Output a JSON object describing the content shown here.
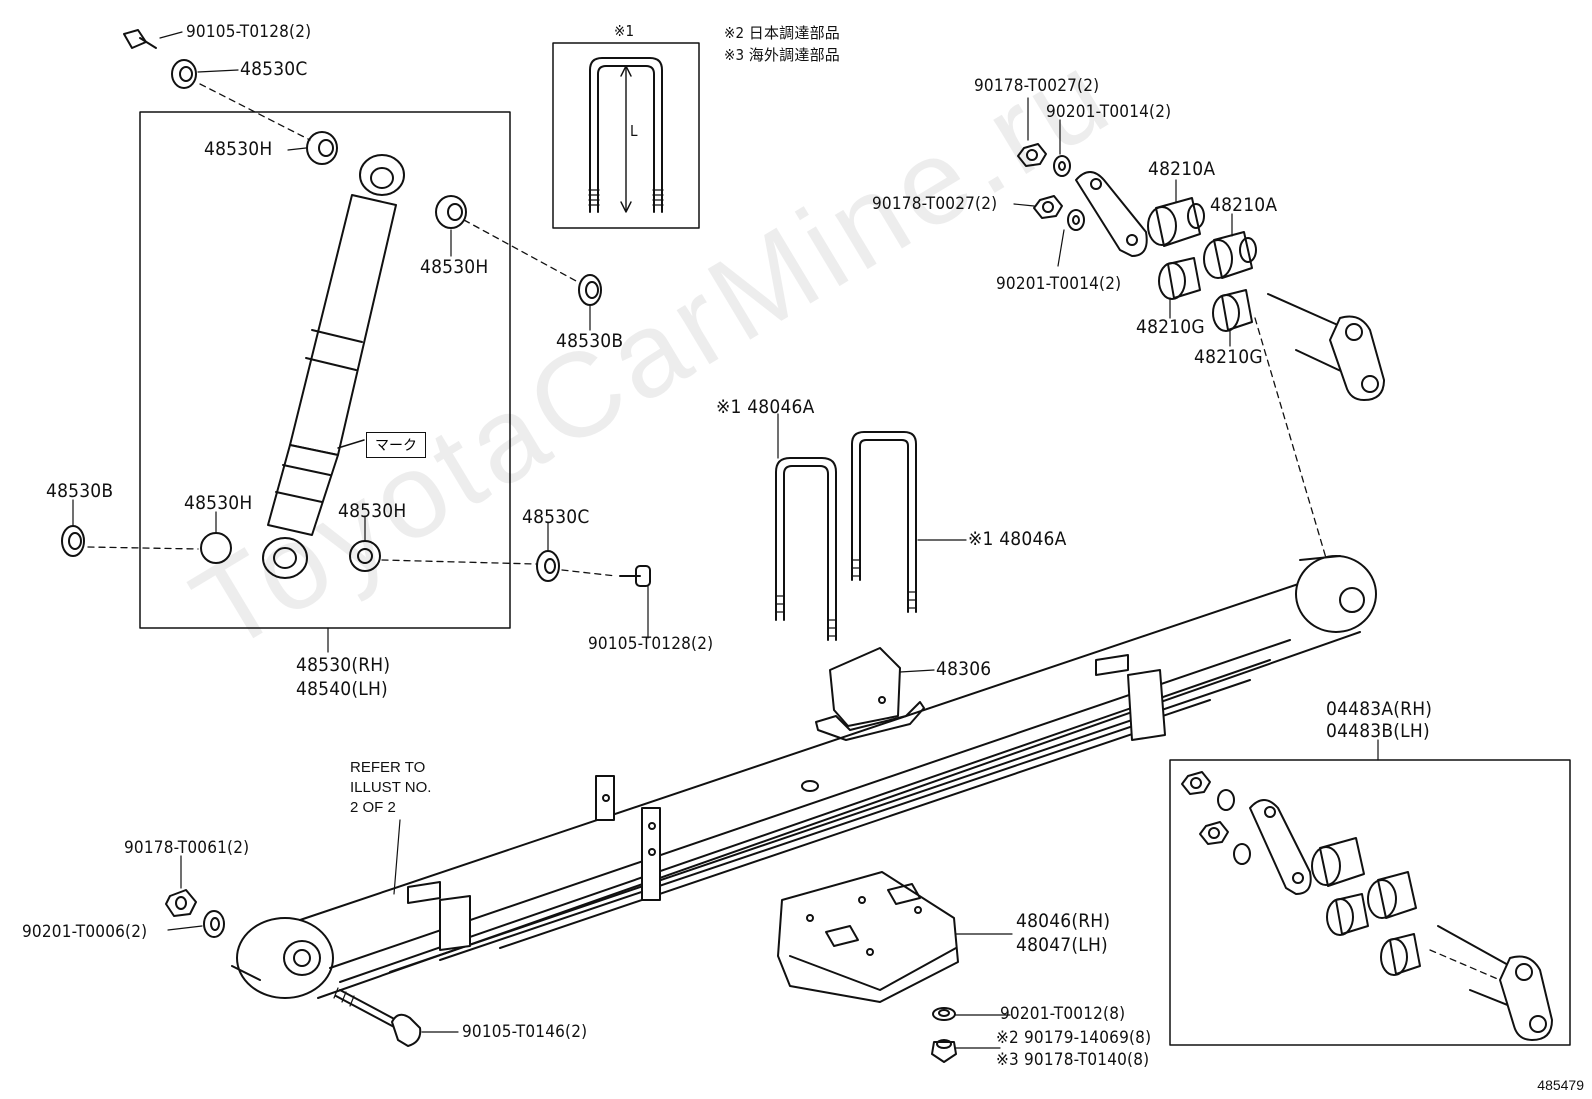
{
  "watermark": "ToyotaCarMine.ru",
  "diagram_number": "485479",
  "notes": {
    "note1": "※1",
    "note2": "※2 日本調達部品",
    "note3": "※3 海外調達部品"
  },
  "detail_dim": "L",
  "mark_label": "マーク",
  "refer": {
    "line1": "REFER TO",
    "line2": "ILLUST NO.",
    "line3": "2 OF 2"
  },
  "labels": {
    "bolt_top": "90105-T0128(2)",
    "c_top": "48530C",
    "h_upper": "48530H",
    "h_right": "48530H",
    "b_upper": "48530B",
    "b_left": "48530B",
    "h_lower_left": "48530H",
    "h_lower_right": "48530H",
    "c_lower": "48530C",
    "bolt_lower": "90105-T0128(2)",
    "absorber_rh": "48530(RH)",
    "absorber_lh": "48540(LH)",
    "nut_a": "90178-T0027(2)",
    "washer_a": "90201-T0014(2)",
    "nut_b": "90178-T0027(2)",
    "washer_b": "90201-T0014(2)",
    "bush_a1": "48210A",
    "bush_a2": "48210A",
    "bush_g1": "48210G",
    "bush_g2": "48210G",
    "ubolt_1": "※1 48046A",
    "ubolt_2": "※1 48046A",
    "bumper": "48306",
    "shackle_kit_rh": "04483A(RH)",
    "shackle_kit_lh": "04483B(LH)",
    "nut_front": "90178-T0061(2)",
    "washer_front": "90201-T0006(2)",
    "bolt_front": "90105-T0146(2)",
    "seat_rh": "48046(RH)",
    "seat_lh": "48047(LH)",
    "washer_seat": "90201-T0012(8)",
    "nut_seat_jp": "※2 90179-14069(8)",
    "nut_seat_ov": "※3 90178-T0140(8)"
  }
}
